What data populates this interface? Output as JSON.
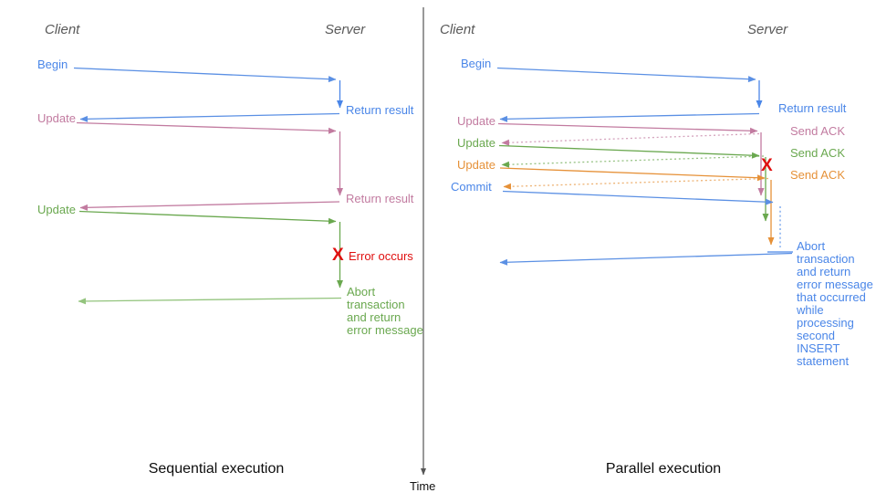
{
  "palette": {
    "blue": "#4a86e8",
    "light_blue": "#6d9eeb",
    "pink": "#c27ba0",
    "green": "#6aa84f",
    "light_green": "#93c47d",
    "orange": "#e69138",
    "red": "#e01010",
    "gray": "#595959"
  },
  "divider": {
    "time_label": "Time"
  },
  "sequential": {
    "caption": "Sequential execution",
    "client": "Client",
    "server": "Server",
    "begin": "Begin",
    "return_result_1": "Return result",
    "update_1": "Update",
    "return_result_2": "Return result",
    "update_2": "Update",
    "error_mark": "X",
    "error_label": "Error occurs",
    "abort_label": "Abort\ntransaction\nand return\nerror message"
  },
  "parallel": {
    "caption": "Parallel execution",
    "client": "Client",
    "server": "Server",
    "begin": "Begin",
    "return_result": "Return result",
    "update_1": "Update",
    "send_ack_1": "Send ACK",
    "update_2": "Update",
    "send_ack_2": "Send ACK",
    "update_3": "Update",
    "send_ack_3": "Send ACK",
    "commit": "Commit",
    "error_mark": "X",
    "abort_label": "Abort\ntransaction\nand return\nerror message\nthat occurred\nwhile\nprocessing\nsecond\nINSERT\nstatement"
  }
}
